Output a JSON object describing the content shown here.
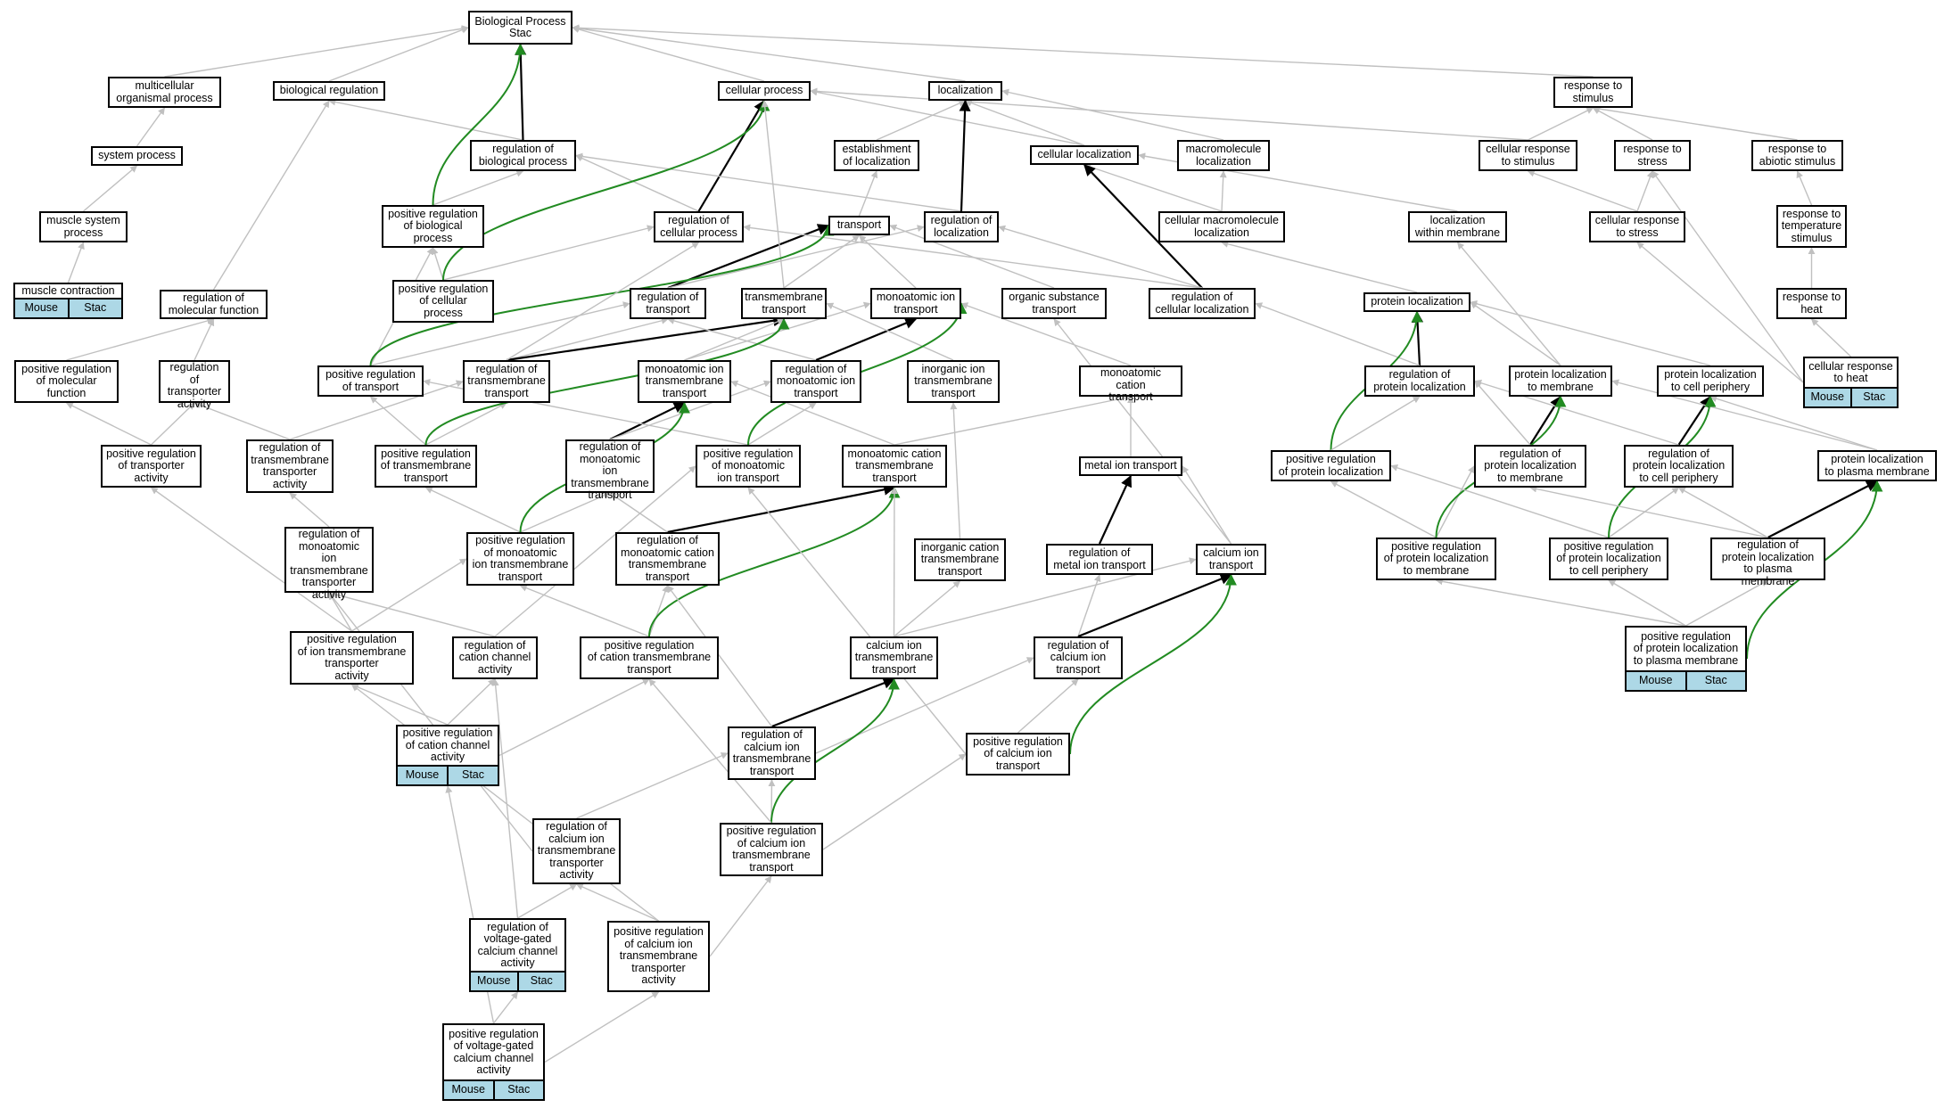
{
  "colors": {
    "node_border": "#000000",
    "edge_gray": "#c0c0c0",
    "edge_black": "#000000",
    "edge_green": "#228b22",
    "tag_fill": "#add8e6"
  },
  "nodes": [
    {
      "id": "bp",
      "label": "Biological Process\nStac"
    },
    {
      "id": "mop",
      "label": "multicellular\norganismal process"
    },
    {
      "id": "breg",
      "label": "biological regulation"
    },
    {
      "id": "cp",
      "label": "cellular process"
    },
    {
      "id": "loc",
      "label": "localization"
    },
    {
      "id": "rts",
      "label": "response to\nstimulus"
    },
    {
      "id": "sp",
      "label": "system process"
    },
    {
      "id": "rbp",
      "label": "regulation of\nbiological process"
    },
    {
      "id": "eol",
      "label": "establishment\nof localization"
    },
    {
      "id": "cl",
      "label": "cellular localization"
    },
    {
      "id": "macl",
      "label": "macromolecule\nlocalization"
    },
    {
      "id": "crs",
      "label": "cellular response\nto stimulus"
    },
    {
      "id": "rstress",
      "label": "response to\nstress"
    },
    {
      "id": "ras",
      "label": "response to\nabiotic stimulus"
    },
    {
      "id": "msp",
      "label": "muscle system\nprocess"
    },
    {
      "id": "prbp",
      "label": "positive regulation\nof biological\nprocess"
    },
    {
      "id": "rcp",
      "label": "regulation of\ncellular process"
    },
    {
      "id": "transport",
      "label": "transport"
    },
    {
      "id": "rloc",
      "label": "regulation of\nlocalization"
    },
    {
      "id": "cmacl",
      "label": "cellular macromolecule\nlocalization"
    },
    {
      "id": "lwm",
      "label": "localization\nwithin membrane"
    },
    {
      "id": "crstress",
      "label": "cellular response\nto stress"
    },
    {
      "id": "rtemp",
      "label": "response to\ntemperature\nstimulus"
    },
    {
      "id": "mc",
      "label": "muscle contraction",
      "tags": [
        "Mouse",
        "Stac"
      ]
    },
    {
      "id": "rmf",
      "label": "regulation of\nmolecular function"
    },
    {
      "id": "prcp",
      "label": "positive regulation\nof cellular\nprocess"
    },
    {
      "id": "rt",
      "label": "regulation of\ntransport"
    },
    {
      "id": "tmt",
      "label": "transmembrane\ntransport"
    },
    {
      "id": "mit",
      "label": "monoatomic ion\ntransport"
    },
    {
      "id": "ost",
      "label": "organic substance\ntransport"
    },
    {
      "id": "rcl",
      "label": "regulation of\ncellular localization"
    },
    {
      "id": "pl",
      "label": "protein localization"
    },
    {
      "id": "rheat",
      "label": "response to\nheat"
    },
    {
      "id": "prmf",
      "label": "positive regulation\nof molecular\nfunction"
    },
    {
      "id": "rta",
      "label": "regulation of\ntransporter\nactivity"
    },
    {
      "id": "prt",
      "label": "positive regulation\nof transport"
    },
    {
      "id": "rtmt",
      "label": "regulation of\ntransmembrane\ntransport"
    },
    {
      "id": "mitmt",
      "label": "monoatomic ion\ntransmembrane\ntransport"
    },
    {
      "id": "rmit",
      "label": "regulation of\nmonoatomic ion\ntransport"
    },
    {
      "id": "iitmt",
      "label": "inorganic ion\ntransmembrane\ntransport"
    },
    {
      "id": "mct",
      "label": "monoatomic cation\ntransport"
    },
    {
      "id": "rpl",
      "label": "regulation of\nprotein localization"
    },
    {
      "id": "pltm",
      "label": "protein localization\nto membrane"
    },
    {
      "id": "pltcp",
      "label": "protein localization\nto cell periphery"
    },
    {
      "id": "crheat",
      "label": "cellular response\nto heat",
      "tags": [
        "Mouse",
        "Stac"
      ]
    },
    {
      "id": "prta",
      "label": "positive regulation\nof transporter\nactivity"
    },
    {
      "id": "rtmta",
      "label": "regulation of\ntransmembrane\ntransporter\nactivity"
    },
    {
      "id": "prtmt",
      "label": "positive regulation\nof transmembrane\ntransport"
    },
    {
      "id": "rmitmt",
      "label": "regulation of\nmonoatomic ion\ntransmembrane\ntransport"
    },
    {
      "id": "prmit",
      "label": "positive regulation\nof monoatomic\nion transport"
    },
    {
      "id": "mctmt",
      "label": "monoatomic cation\ntransmembrane\ntransport"
    },
    {
      "id": "mitr",
      "label": "metal ion transport"
    },
    {
      "id": "prpl",
      "label": "positive regulation\nof protein localization"
    },
    {
      "id": "rpltm",
      "label": "regulation of\nprotein localization\nto membrane"
    },
    {
      "id": "rpltcp",
      "label": "regulation of\nprotein localization\nto cell periphery"
    },
    {
      "id": "pltpm",
      "label": "protein localization\nto plasma membrane"
    },
    {
      "id": "rmitmta",
      "label": "regulation of\nmonoatomic ion\ntransmembrane\ntransporter\nactivity"
    },
    {
      "id": "prmitmt",
      "label": "positive regulation\nof monoatomic\nion transmembrane\ntransport"
    },
    {
      "id": "rmctmt",
      "label": "regulation of\nmonoatomic cation\ntransmembrane\ntransport"
    },
    {
      "id": "ictmt",
      "label": "inorganic cation\ntransmembrane\ntransport"
    },
    {
      "id": "rmitr",
      "label": "regulation of\nmetal ion transport"
    },
    {
      "id": "cit",
      "label": "calcium ion\ntransport"
    },
    {
      "id": "prpltm",
      "label": "positive regulation\nof protein localization\nto membrane"
    },
    {
      "id": "prpltcp",
      "label": "positive regulation\nof protein localization\nto cell periphery"
    },
    {
      "id": "rpltpm",
      "label": "regulation of\nprotein localization\nto plasma membrane"
    },
    {
      "id": "pritmta",
      "label": "positive regulation\nof ion transmembrane\ntransporter\nactivity"
    },
    {
      "id": "rcca",
      "label": "regulation of\ncation channel\nactivity"
    },
    {
      "id": "prctmt",
      "label": "positive regulation\nof cation transmembrane\ntransport"
    },
    {
      "id": "citmt",
      "label": "calcium ion\ntransmembrane\ntransport"
    },
    {
      "id": "rcit",
      "label": "regulation of\ncalcium ion\ntransport"
    },
    {
      "id": "prpltpm",
      "label": "positive regulation\nof protein localization\nto plasma membrane",
      "tags": [
        "Mouse",
        "Stac"
      ]
    },
    {
      "id": "prcca",
      "label": "positive regulation\nof cation channel\nactivity",
      "tags": [
        "Mouse",
        "Stac"
      ]
    },
    {
      "id": "rcitmt",
      "label": "regulation of\ncalcium ion\ntransmembrane\ntransport"
    },
    {
      "id": "prcit",
      "label": "positive regulation\nof calcium ion\ntransport"
    },
    {
      "id": "rcitmta",
      "label": "regulation of\ncalcium ion\ntransmembrane\ntransporter\nactivity"
    },
    {
      "id": "prcitmt",
      "label": "positive regulation\nof calcium ion\ntransmembrane\ntransport"
    },
    {
      "id": "rvgcca",
      "label": "regulation of\nvoltage-gated\ncalcium channel\nactivity",
      "tags": [
        "Mouse",
        "Stac"
      ]
    },
    {
      "id": "prcitmta",
      "label": "positive regulation\nof calcium ion\ntransmembrane\ntransporter\nactivity"
    },
    {
      "id": "prvgcca",
      "label": "positive regulation\nof voltage-gated\ncalcium channel\nactivity",
      "tags": [
        "Mouse",
        "Stac"
      ]
    }
  ]
}
